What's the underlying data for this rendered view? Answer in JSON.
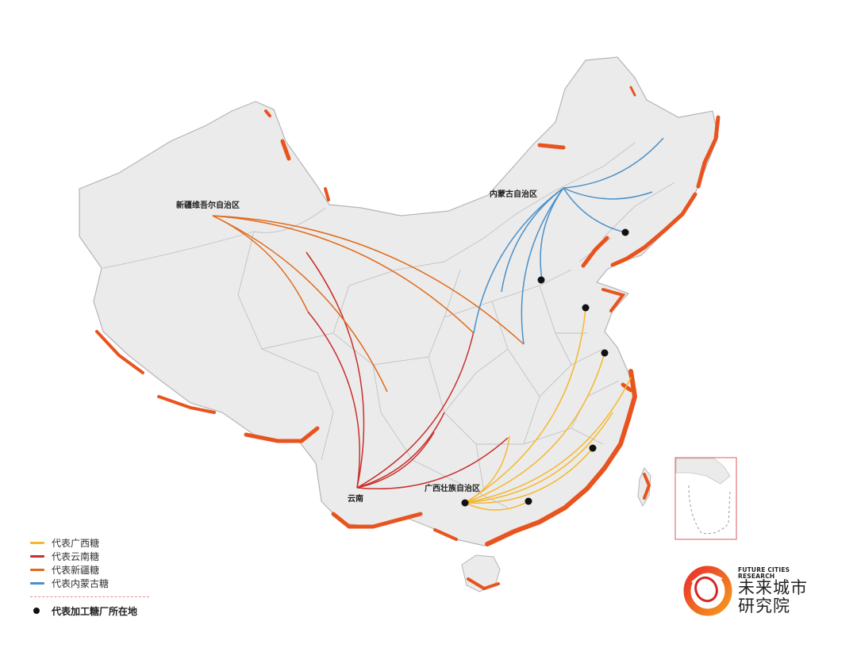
{
  "labels": {
    "xinjiang": "新疆维吾尔自治区",
    "neimenggu": "内蒙古自治区",
    "guangxi": "广西壮族自治区",
    "yunnan": "云南"
  },
  "legend": {
    "items": [
      {
        "label": "代表广西糖",
        "color": "#f5b82e"
      },
      {
        "label": "代表云南糖",
        "color": "#c9302c"
      },
      {
        "label": "代表新疆糖",
        "color": "#e06a1b"
      },
      {
        "label": "代表内蒙古糖",
        "color": "#4a90c8"
      }
    ],
    "factory_label": "代表加工糖厂所在地"
  },
  "logo": {
    "en_line1": "FUTURE CITIES",
    "en_line2": "RESEARCH",
    "cn_line1": "未来城市",
    "cn_line2": "研究院"
  },
  "colors": {
    "land": "#ebebeb",
    "border": "#b5b5b5",
    "coast": "#e8531e",
    "guangxi": "#f5b82e",
    "yunnan": "#c9302c",
    "xinjiang": "#e06a1b",
    "neimenggu": "#4a90c8",
    "inset_frame": "#e05a5a"
  }
}
